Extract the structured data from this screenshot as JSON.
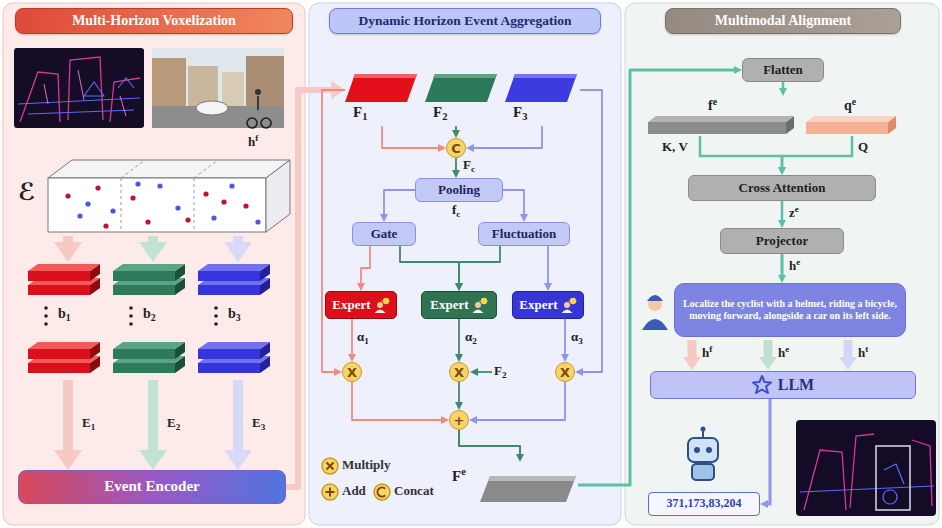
{
  "diagram": {
    "nodes": [
      {
        "text": [
          "Multi-Horizon Voxelization"
        ]
      },
      {
        "text": [
          "ℰ"
        ],
        "in": 0
      },
      {
        "text": [
          "b1"
        ],
        "in": 0
      },
      {
        "text": [
          "b2"
        ],
        "in": 0
      },
      {
        "text": [
          "b3"
        ],
        "in": 0
      },
      {
        "text": [
          "Event Encoder"
        ],
        "in": 0
      },
      {
        "text": [
          "Dynamic Horizon Event Aggregation"
        ]
      },
      {
        "text": [
          "F1"
        ],
        "in": 6
      },
      {
        "text": [
          "F2"
        ],
        "in": 6
      },
      {
        "text": [
          "F3"
        ],
        "in": 6
      },
      {
        "text": [
          "C"
        ],
        "in": 6
      },
      {
        "text": [
          "Pooling"
        ],
        "in": 6
      },
      {
        "text": [
          "Gate"
        ],
        "in": 6
      },
      {
        "text": [
          "Fluctuation"
        ],
        "in": 6
      },
      {
        "text": [
          "Expert"
        ],
        "in": 6
      },
      {
        "text": [
          "Expert"
        ],
        "in": 6
      },
      {
        "text": [
          "Expert"
        ],
        "in": 6
      },
      {
        "text": [
          "X"
        ],
        "in": 6
      },
      {
        "text": [
          "X"
        ],
        "in": 6
      },
      {
        "text": [
          "X"
        ],
        "in": 6
      },
      {
        "text": [
          "+"
        ],
        "in": 6
      },
      {
        "text": [
          "Fe"
        ],
        "in": 6
      },
      {
        "text": [
          "Multimodal Alignment"
        ]
      },
      {
        "text": [
          "Flatten"
        ],
        "in": 22
      },
      {
        "text": [
          "fe"
        ],
        "in": 22
      },
      {
        "text": [
          "qe"
        ],
        "in": 22
      },
      {
        "text": [
          "Cross Attention"
        ],
        "in": 22
      },
      {
        "text": [
          "Projector"
        ],
        "in": 22
      },
      {
        "text": [
          "Localize the cyclist with a helmet, riding a bicycle, moving forward, alongside a car on its left side."
        ],
        "in": 22
      },
      {
        "text": [
          "LLM"
        ],
        "in": 22
      },
      {
        "text": [
          "371,173,83,204"
        ],
        "in": 22
      }
    ],
    "edges": [
      {
        "from": 1,
        "to": 2,
        "arrow": "to"
      },
      {
        "from": 1,
        "to": 3,
        "arrow": "to"
      },
      {
        "from": 1,
        "to": 4,
        "arrow": "to"
      },
      {
        "from": 2,
        "to": 5,
        "label": "E1",
        "arrow": "to"
      },
      {
        "from": 3,
        "to": 5,
        "label": "E2",
        "arrow": "to"
      },
      {
        "from": 4,
        "to": 5,
        "label": "E3",
        "arrow": "to"
      },
      {
        "from": 5,
        "to": 7,
        "arrow": "to"
      },
      {
        "from": 7,
        "to": 10,
        "arrow": "to"
      },
      {
        "from": 8,
        "to": 10,
        "arrow": "to"
      },
      {
        "from": 9,
        "to": 10,
        "arrow": "to"
      },
      {
        "from": 10,
        "to": 11,
        "label": "Fc",
        "arrow": "to"
      },
      {
        "from": 11,
        "to": 12,
        "arrow": "to"
      },
      {
        "from": 11,
        "to": 13,
        "arrow": "to"
      },
      {
        "from": 12,
        "to": 14,
        "arrow": "to"
      },
      {
        "from": 12,
        "to": 15,
        "arrow": "to"
      },
      {
        "from": 13,
        "to": 15,
        "arrow": "to"
      },
      {
        "from": 13,
        "to": 16,
        "arrow": "to"
      },
      {
        "from": 14,
        "to": 17,
        "label": "α1",
        "arrow": "to"
      },
      {
        "from": 15,
        "to": 18,
        "label": "α2",
        "arrow": "to"
      },
      {
        "from": 16,
        "to": 19,
        "label": "α3",
        "arrow": "to"
      },
      {
        "from": 7,
        "to": 17,
        "arrow": "to"
      },
      {
        "from": 9,
        "to": 19,
        "arrow": "to"
      },
      {
        "from": 17,
        "to": 20,
        "arrow": "to"
      },
      {
        "from": 18,
        "to": 20,
        "arrow": "to"
      },
      {
        "from": 19,
        "to": 20,
        "arrow": "to"
      },
      {
        "from": 20,
        "to": 21,
        "arrow": "to"
      },
      {
        "from": 21,
        "to": 23,
        "arrow": "to"
      },
      {
        "from": 23,
        "to": 24,
        "arrow": "to"
      },
      {
        "from": 24,
        "to": 26,
        "label": "K, V",
        "arrow": "to"
      },
      {
        "from": 25,
        "to": 26,
        "label": "Q",
        "arrow": "to"
      },
      {
        "from": 26,
        "to": 27,
        "label": "ze",
        "arrow": "to"
      },
      {
        "from": 27,
        "to": 28,
        "label": "he",
        "arrow": "to"
      },
      {
        "from": 29,
        "to": 30,
        "arrow": "to"
      }
    ],
    "labels": [
      "hf",
      "fc",
      "F2",
      "hf",
      "he",
      "ht"
    ],
    "legend": [
      {
        "text": "Multiply"
      },
      {
        "text": "Add"
      },
      {
        "text": "Concat"
      }
    ]
  }
}
